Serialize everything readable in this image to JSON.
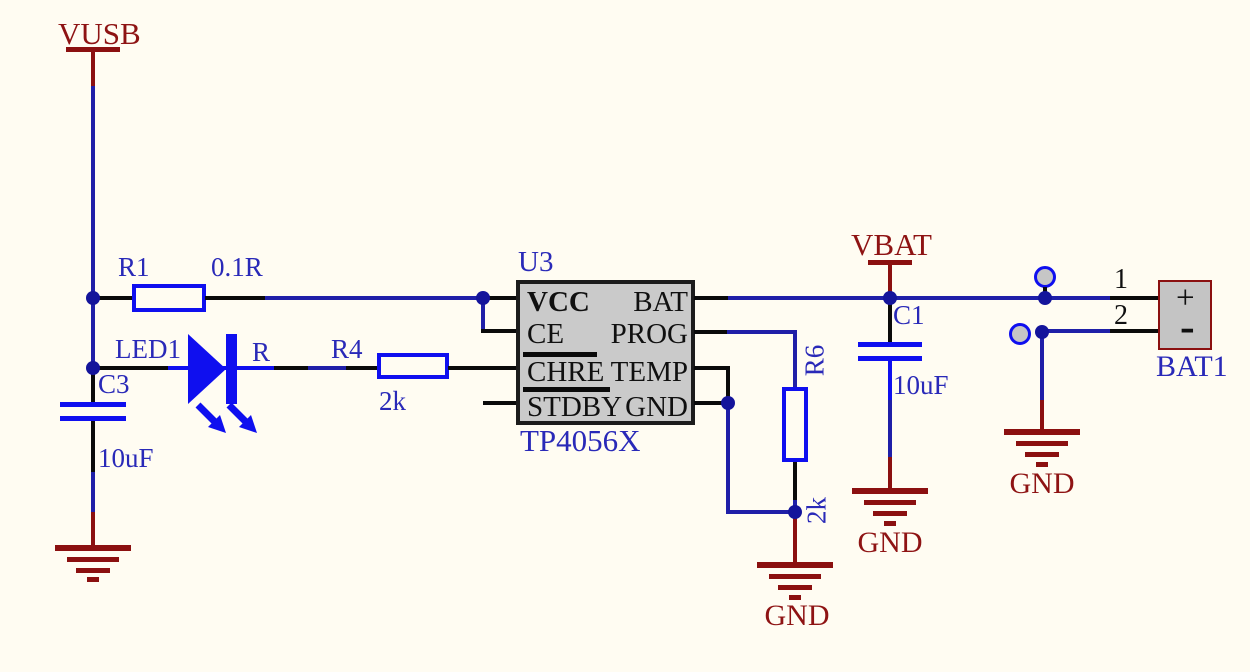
{
  "colors": {
    "background": "#fffcf2",
    "wire_net": "#1f1fa8",
    "component_outline": "#0f0fef",
    "pin_stub": "#0a0a0a",
    "power_net": "#8b1010",
    "label_text": "#2929b8",
    "ic_fill": "#cacaca",
    "pad_fill": "#c6c6c6"
  },
  "power_flags": {
    "vusb": "VUSB",
    "vbat": "VBAT",
    "gnd_r6": "GND",
    "gnd_c1": "GND",
    "gnd_bat": "GND"
  },
  "components": {
    "r1": {
      "ref": "R1",
      "value": "0.1R"
    },
    "led1": {
      "ref": "LED1",
      "value": "R"
    },
    "c3": {
      "ref": "C3",
      "value": "10uF"
    },
    "r4": {
      "ref": "R4",
      "value": "2k"
    },
    "r6": {
      "ref": "R6",
      "value": "2k"
    },
    "c1": {
      "ref": "C1",
      "value": "10uF"
    },
    "u3": {
      "ref": "U3",
      "part": "TP4056X",
      "pins_left": [
        "VCC",
        "CE",
        "CHRE",
        "STDBY"
      ],
      "pins_right": [
        "BAT",
        "PROG",
        "TEMP",
        "GND"
      ]
    },
    "bat1": {
      "ref": "BAT1",
      "pin1": "1",
      "pin2": "2",
      "plus": "+",
      "minus": "-"
    }
  }
}
